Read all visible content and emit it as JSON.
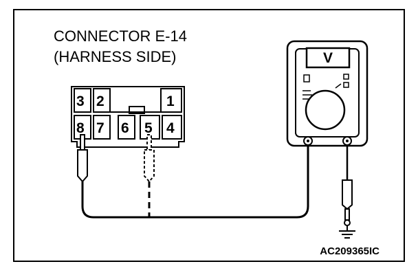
{
  "title_line1": "CONNECTOR E-14",
  "title_line2": "(HARNESS SIDE)",
  "reference_code": "AC209365IC",
  "meter_symbol": "V",
  "connector": {
    "top_row": [
      "3",
      "2",
      "1"
    ],
    "bottom_row": [
      "8",
      "7",
      "6",
      "5",
      "4"
    ]
  },
  "icons": {
    "meter": "voltmeter-icon",
    "ground": "ground-symbol-icon"
  }
}
